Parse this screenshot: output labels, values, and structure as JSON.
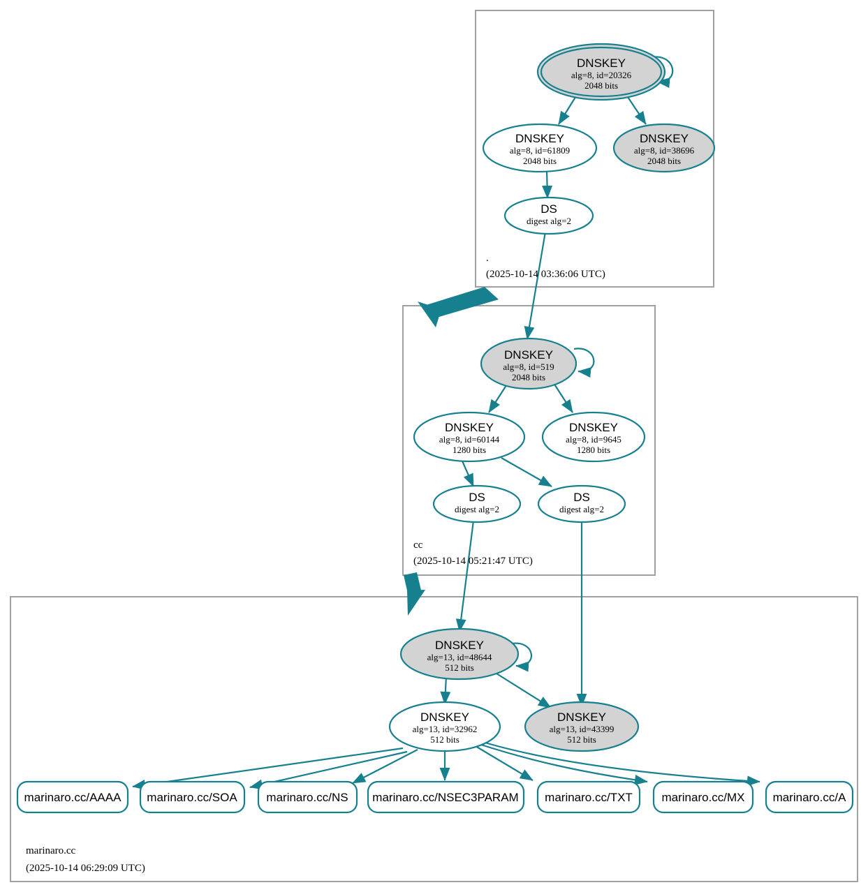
{
  "diagram": {
    "type": "dnssec-authentication-chain",
    "colors": {
      "edge": "#17808f",
      "node_stroke": "#17808f",
      "secure_fill": "#d3d3d3",
      "plain_fill": "#ffffff",
      "zone_border": "#a0a0a0"
    }
  },
  "zones": [
    {
      "id": "root",
      "label": ".",
      "timestamp": "(2025-10-14 03:36:06 UTC)",
      "nodes": [
        {
          "id": "root-ksk",
          "kind": "DNSKEY",
          "title": "DNSKEY",
          "line2": "alg=8, id=20326",
          "line3": "2048 bits",
          "fill": "gray",
          "double_border": true,
          "self_loop": true
        },
        {
          "id": "root-zsk",
          "kind": "DNSKEY",
          "title": "DNSKEY",
          "line2": "alg=8, id=61809",
          "line3": "2048 bits",
          "fill": "white",
          "double_border": false,
          "self_loop": false
        },
        {
          "id": "root-key-38696",
          "kind": "DNSKEY",
          "title": "DNSKEY",
          "line2": "alg=8, id=38696",
          "line3": "2048 bits",
          "fill": "gray",
          "double_border": false,
          "self_loop": false
        },
        {
          "id": "root-ds",
          "kind": "DS",
          "title": "DS",
          "line2": "digest alg=2",
          "line3": "",
          "fill": "white",
          "double_border": false,
          "self_loop": false
        }
      ]
    },
    {
      "id": "cc",
      "label": "cc",
      "timestamp": "(2025-10-14 05:21:47 UTC)",
      "nodes": [
        {
          "id": "cc-ksk",
          "kind": "DNSKEY",
          "title": "DNSKEY",
          "line2": "alg=8, id=519",
          "line3": "2048 bits",
          "fill": "gray",
          "double_border": false,
          "self_loop": true
        },
        {
          "id": "cc-zsk-60144",
          "kind": "DNSKEY",
          "title": "DNSKEY",
          "line2": "alg=8, id=60144",
          "line3": "1280 bits",
          "fill": "white",
          "double_border": false,
          "self_loop": false
        },
        {
          "id": "cc-zsk-9645",
          "kind": "DNSKEY",
          "title": "DNSKEY",
          "line2": "alg=8, id=9645",
          "line3": "1280 bits",
          "fill": "white",
          "double_border": false,
          "self_loop": false
        },
        {
          "id": "cc-ds-left",
          "kind": "DS",
          "title": "DS",
          "line2": "digest alg=2",
          "line3": "",
          "fill": "white",
          "double_border": false,
          "self_loop": false
        },
        {
          "id": "cc-ds-right",
          "kind": "DS",
          "title": "DS",
          "line2": "digest alg=2",
          "line3": "",
          "fill": "white",
          "double_border": false,
          "self_loop": false
        }
      ]
    },
    {
      "id": "marinaro",
      "label": "marinaro.cc",
      "timestamp": "(2025-10-14 06:29:09 UTC)",
      "nodes": [
        {
          "id": "m-ksk",
          "kind": "DNSKEY",
          "title": "DNSKEY",
          "line2": "alg=13, id=48644",
          "line3": "512 bits",
          "fill": "gray",
          "double_border": false,
          "self_loop": true
        },
        {
          "id": "m-zsk",
          "kind": "DNSKEY",
          "title": "DNSKEY",
          "line2": "alg=13, id=32962",
          "line3": "512 bits",
          "fill": "white",
          "double_border": false,
          "self_loop": false
        },
        {
          "id": "m-key-43399",
          "kind": "DNSKEY",
          "title": "DNSKEY",
          "line2": "alg=13, id=43399",
          "line3": "512 bits",
          "fill": "gray",
          "double_border": false,
          "self_loop": false
        }
      ],
      "rrsets": [
        {
          "id": "rr-aaaa",
          "label": "marinaro.cc/AAAA"
        },
        {
          "id": "rr-soa",
          "label": "marinaro.cc/SOA"
        },
        {
          "id": "rr-ns",
          "label": "marinaro.cc/NS"
        },
        {
          "id": "rr-nsec3param",
          "label": "marinaro.cc/NSEC3PARAM"
        },
        {
          "id": "rr-txt",
          "label": "marinaro.cc/TXT"
        },
        {
          "id": "rr-mx",
          "label": "marinaro.cc/MX"
        },
        {
          "id": "rr-a",
          "label": "marinaro.cc/A"
        }
      ]
    }
  ]
}
